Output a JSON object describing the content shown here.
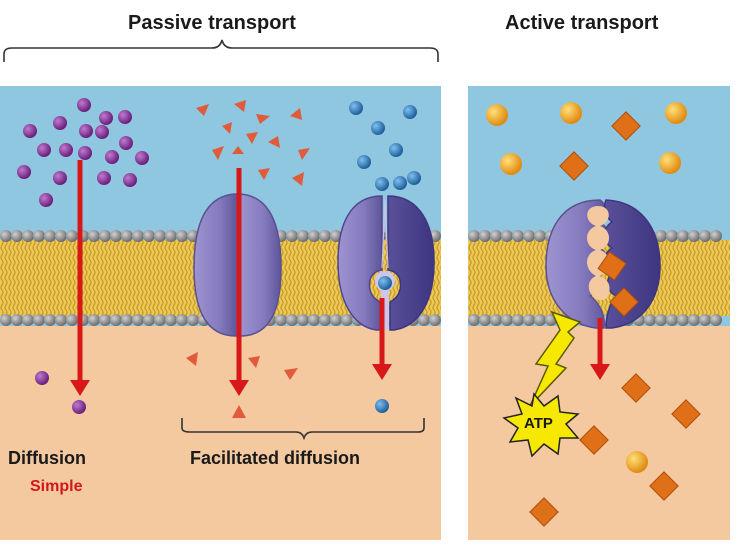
{
  "headers": {
    "passive": "Passive transport",
    "active": "Active transport"
  },
  "labels": {
    "diffusion": "Diffusion",
    "simple": "Simple",
    "facilitated": "Facilitated diffusion",
    "atp": "ATP"
  },
  "colors": {
    "extracellular": "#8fc6e0",
    "cytoplasm": "#f5c9a0",
    "lipid_head": "#8e8e8e",
    "lipid_tail": "#e4c04a",
    "protein": "#8a7fc0",
    "protein_dark": "#4e4590",
    "arrow": "#d81818",
    "purple_molecule": "#7a2a8a",
    "red_molecule": "#e15a3a",
    "blue_molecule": "#2e7ab8",
    "orange_sphere": "#f0a020",
    "orange_cube": "#e07018",
    "atp_burst": "#f6e800"
  },
  "icons": [
    "channel-protein-icon",
    "carrier-protein-icon",
    "pump-protein-icon",
    "atp-burst-icon",
    "lightning-bolt-icon"
  ]
}
